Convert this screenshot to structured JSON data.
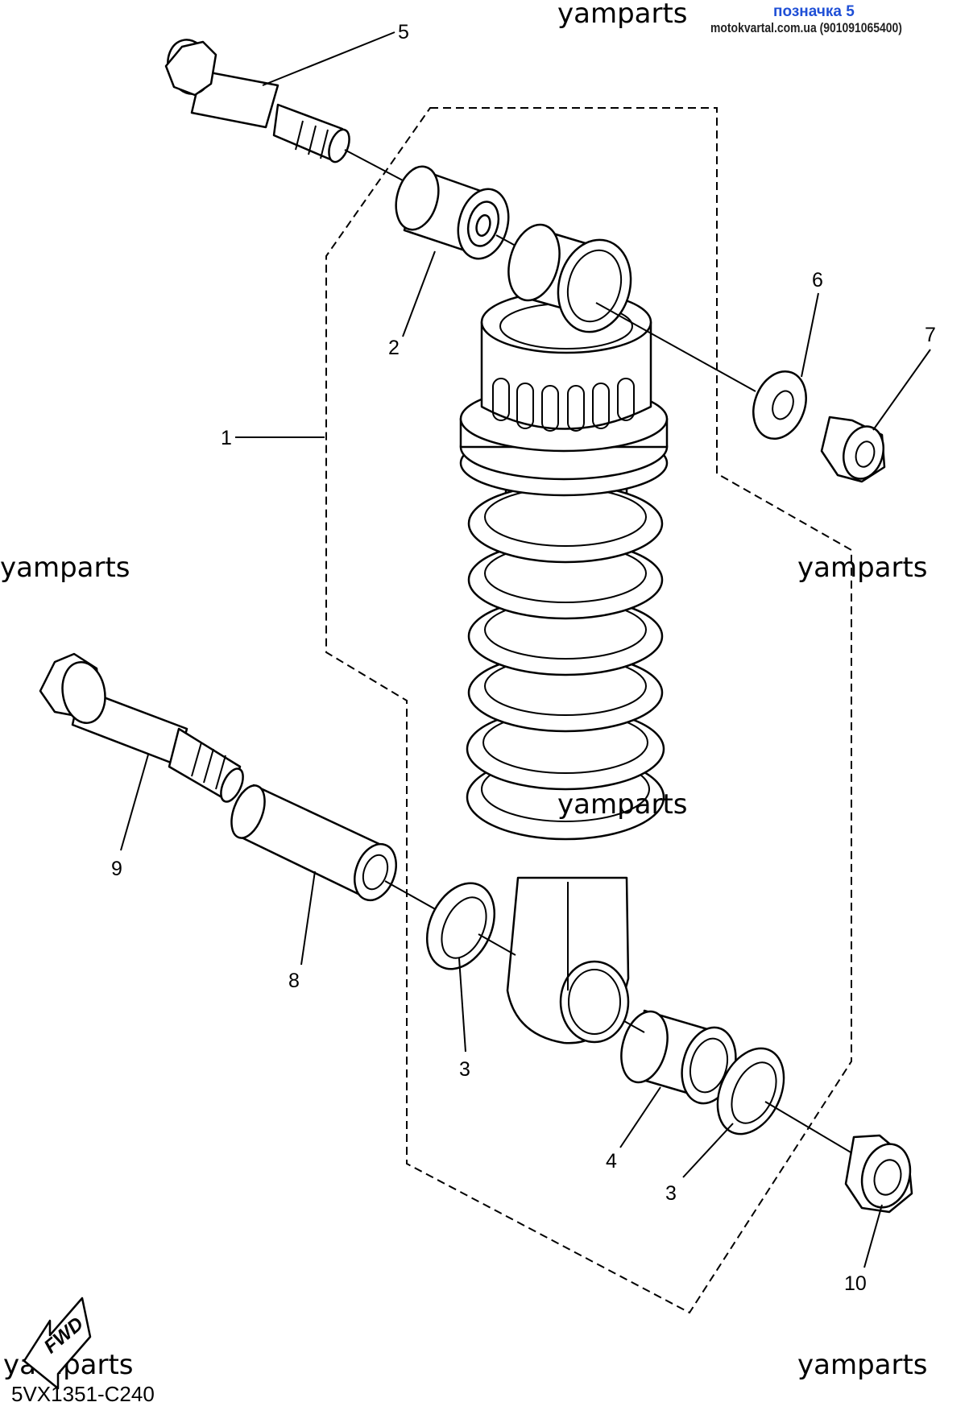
{
  "header": {
    "link_text": "позначка 5",
    "link_color": "#1f4fd6",
    "source_text": "motokvartal.com.ua (901091065400)"
  },
  "watermarks": [
    "yamparts",
    "yamparts",
    "yamparts",
    "yamparts",
    "yamparts",
    "yamparts"
  ],
  "callouts": [
    {
      "label": "1",
      "part": "shock-absorber-assembly"
    },
    {
      "label": "2",
      "part": "upper-bushing"
    },
    {
      "label": "3",
      "part": "lower-seal-left"
    },
    {
      "label": "3",
      "part": "lower-seal-right"
    },
    {
      "label": "4",
      "part": "bearing"
    },
    {
      "label": "5",
      "part": "upper-bolt"
    },
    {
      "label": "6",
      "part": "washer"
    },
    {
      "label": "7",
      "part": "upper-nut"
    },
    {
      "label": "8",
      "part": "collar"
    },
    {
      "label": "9",
      "part": "lower-bolt"
    },
    {
      "label": "10",
      "part": "lower-nut"
    }
  ],
  "fwd_label": "FWD",
  "diagram_code": "5VX1351-C240"
}
